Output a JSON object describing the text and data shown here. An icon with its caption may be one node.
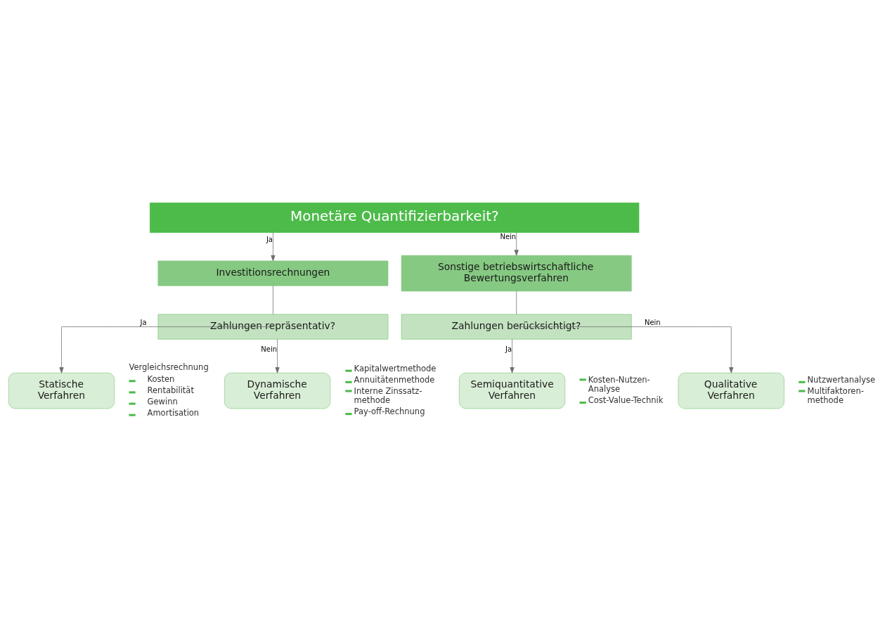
{
  "diagram": {
    "nodes": [
      {
        "text": [
          "Monetäre Quantifizierbarkeit?"
        ]
      },
      {
        "text": [
          "Investitionsrechnungen"
        ]
      },
      {
        "text": [
          "Zahlungen repräsentativ?"
        ]
      },
      {
        "text": [
          "Sonstige betriebswirtschaftliche Bewertungsverfahren"
        ]
      },
      {
        "text": [
          "Zahlungen berücksichtigt?"
        ]
      },
      {
        "text": [
          "Statische Verfahren"
        ],
        "beside": [
          "Vergleichsrechnung",
          "Kosten",
          "Rentabilität",
          "Gewinn",
          "Amortisation"
        ]
      },
      {
        "text": [
          "Dynamische Verfahren"
        ],
        "beside": [
          "Kapitalwertmethode",
          "Annuitätenmethode",
          "Interne Zinssatz- methode",
          "Pay-off-Rechnung"
        ]
      },
      {
        "text": [
          "Semiquantitative Verfahren"
        ],
        "beside": [
          "Kosten-Nutzen- Analyse",
          "Cost-Value-Technik"
        ]
      },
      {
        "text": [
          "Qualitative Verfahren"
        ],
        "beside": [
          "Nutzwertanalyse",
          "Multifaktoren- methode"
        ]
      }
    ],
    "edges": [
      {
        "from": 0,
        "to": 1,
        "arrow": "to",
        "label": "Ja"
      },
      {
        "from": 0,
        "to": 3,
        "arrow": "to",
        "label": "Nein"
      },
      {
        "from": 1,
        "to": 2,
        "arrow": "none"
      },
      {
        "from": 3,
        "to": 4,
        "arrow": "none"
      },
      {
        "from": 2,
        "to": 5,
        "arrow": "to",
        "label": "Ja"
      },
      {
        "from": 2,
        "to": 6,
        "arrow": "to",
        "label": "Nein"
      },
      {
        "from": 4,
        "to": 7,
        "arrow": "to",
        "label": "Ja"
      },
      {
        "from": 4,
        "to": 8,
        "arrow": "to",
        "label": "Nein"
      }
    ]
  }
}
